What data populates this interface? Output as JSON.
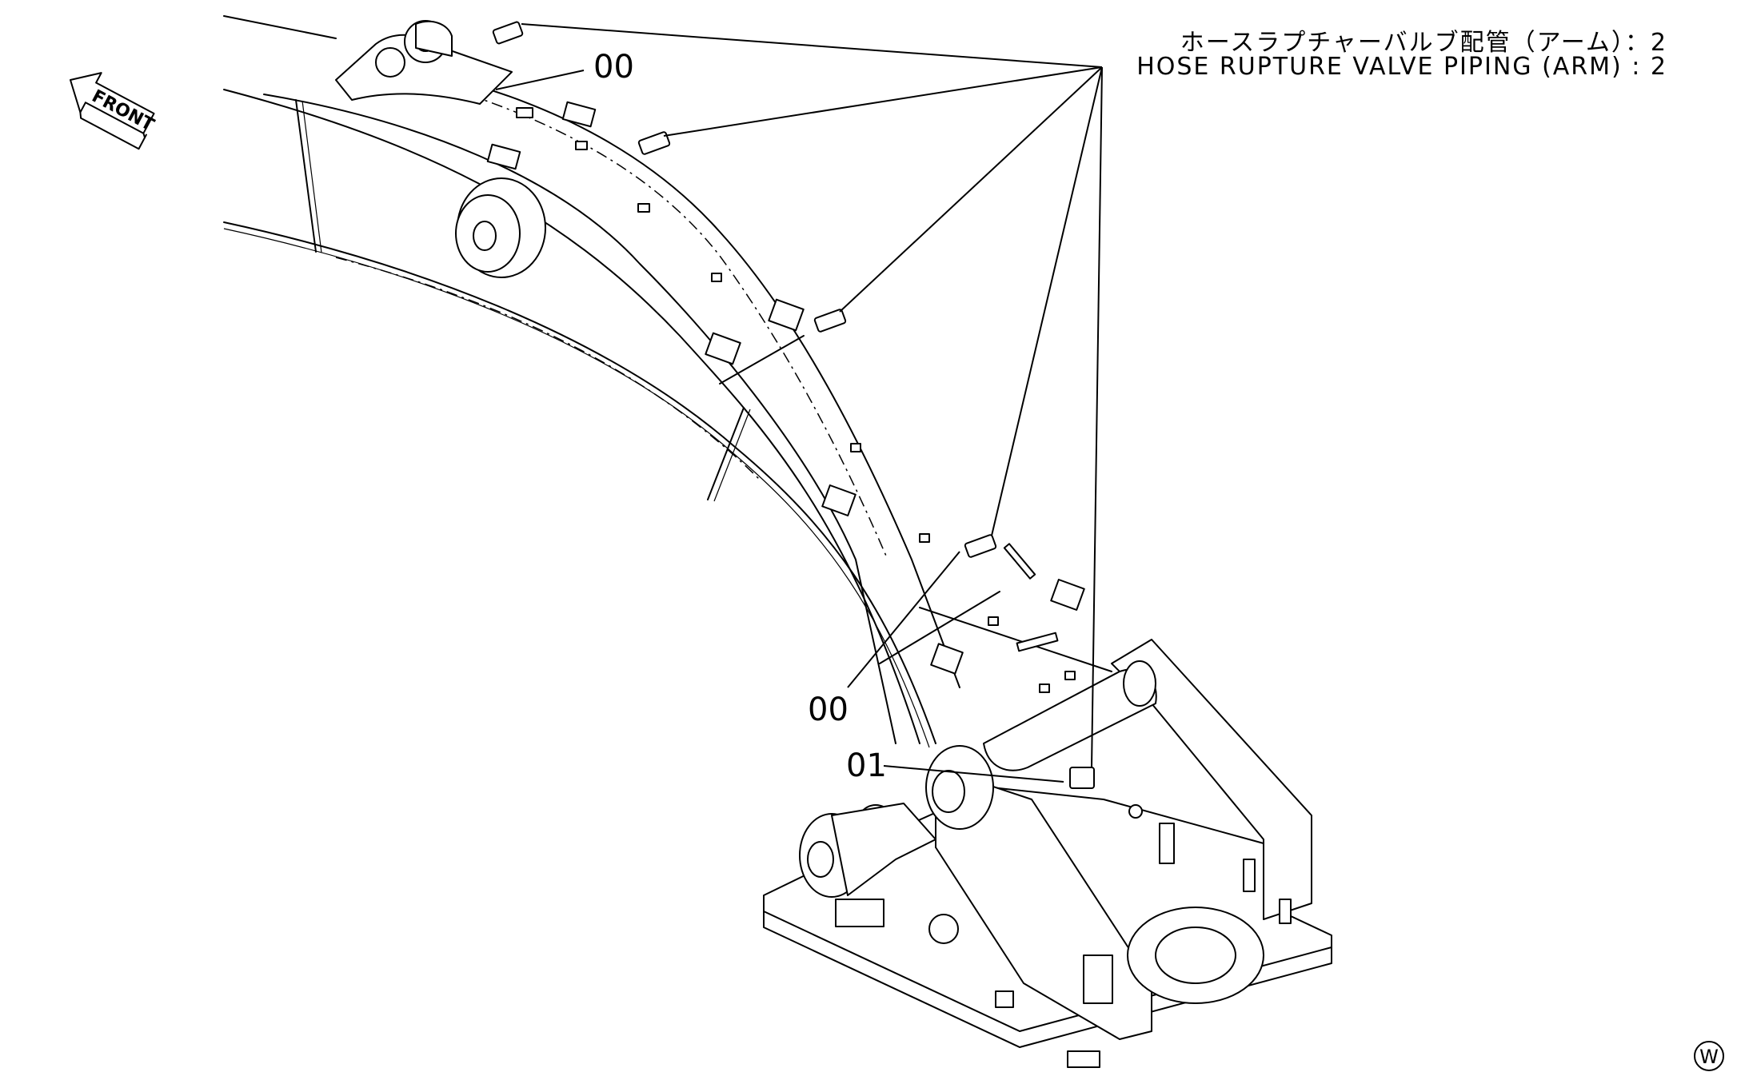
{
  "title": {
    "japanese": "ホースラプチャーバルブ配管（アーム）：2",
    "english": "HOSE  RUPTURE  VALVE  PIPING  (ARM)  :  2"
  },
  "orientation_marker": {
    "label": "FRONT",
    "icon": "arrow-left-icon"
  },
  "callouts": [
    {
      "id": "callout-00-top",
      "label": "00"
    },
    {
      "id": "callout-00-bottom",
      "label": "00"
    },
    {
      "id": "callout-01",
      "label": "01"
    }
  ],
  "corner_mark": {
    "label": "W"
  }
}
